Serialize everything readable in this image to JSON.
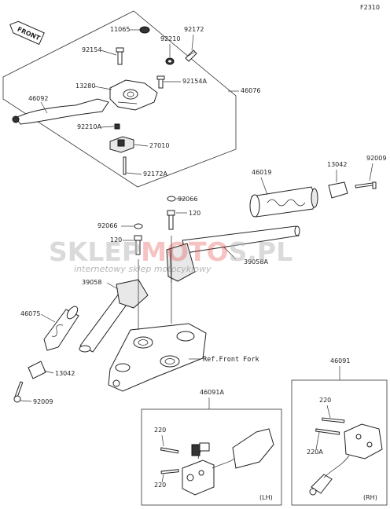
{
  "diagram_code": "F2310",
  "front_label": "FRONT",
  "watermark": {
    "brand_left": "SKLEP",
    "brand_mid": "MOTO",
    "brand_right": "S.PL",
    "tagline": "internetowy sklep motocyklowy"
  },
  "labels": {
    "p11065": "11065",
    "p92172": "92172",
    "p92154": "92154",
    "p92210": "92210",
    "p13280": "13280",
    "p92154A": "92154A",
    "p46076": "46076",
    "p46092": "46092",
    "p92210A": "92210A",
    "p27010": "27010",
    "p92172A": "92172A",
    "p46019": "46019",
    "p13042_r": "13042",
    "p92009_r": "92009",
    "p92066_r": "92066",
    "p120_r": "120",
    "p92066_l": "92066",
    "p120_l": "120",
    "p39058A": "39058A",
    "p39058": "39058",
    "p46075": "46075",
    "p13042_l": "13042",
    "p92009_l": "92009",
    "ref_front_fork": "Ref.Front Fork",
    "p46091": "46091",
    "p46091A": "46091A",
    "p220_lh_a": "220",
    "p220_lh_b": "220",
    "lh": "(LH)",
    "p220_rh": "220",
    "p220A_rh": "220A",
    "rh": "(RH)"
  }
}
